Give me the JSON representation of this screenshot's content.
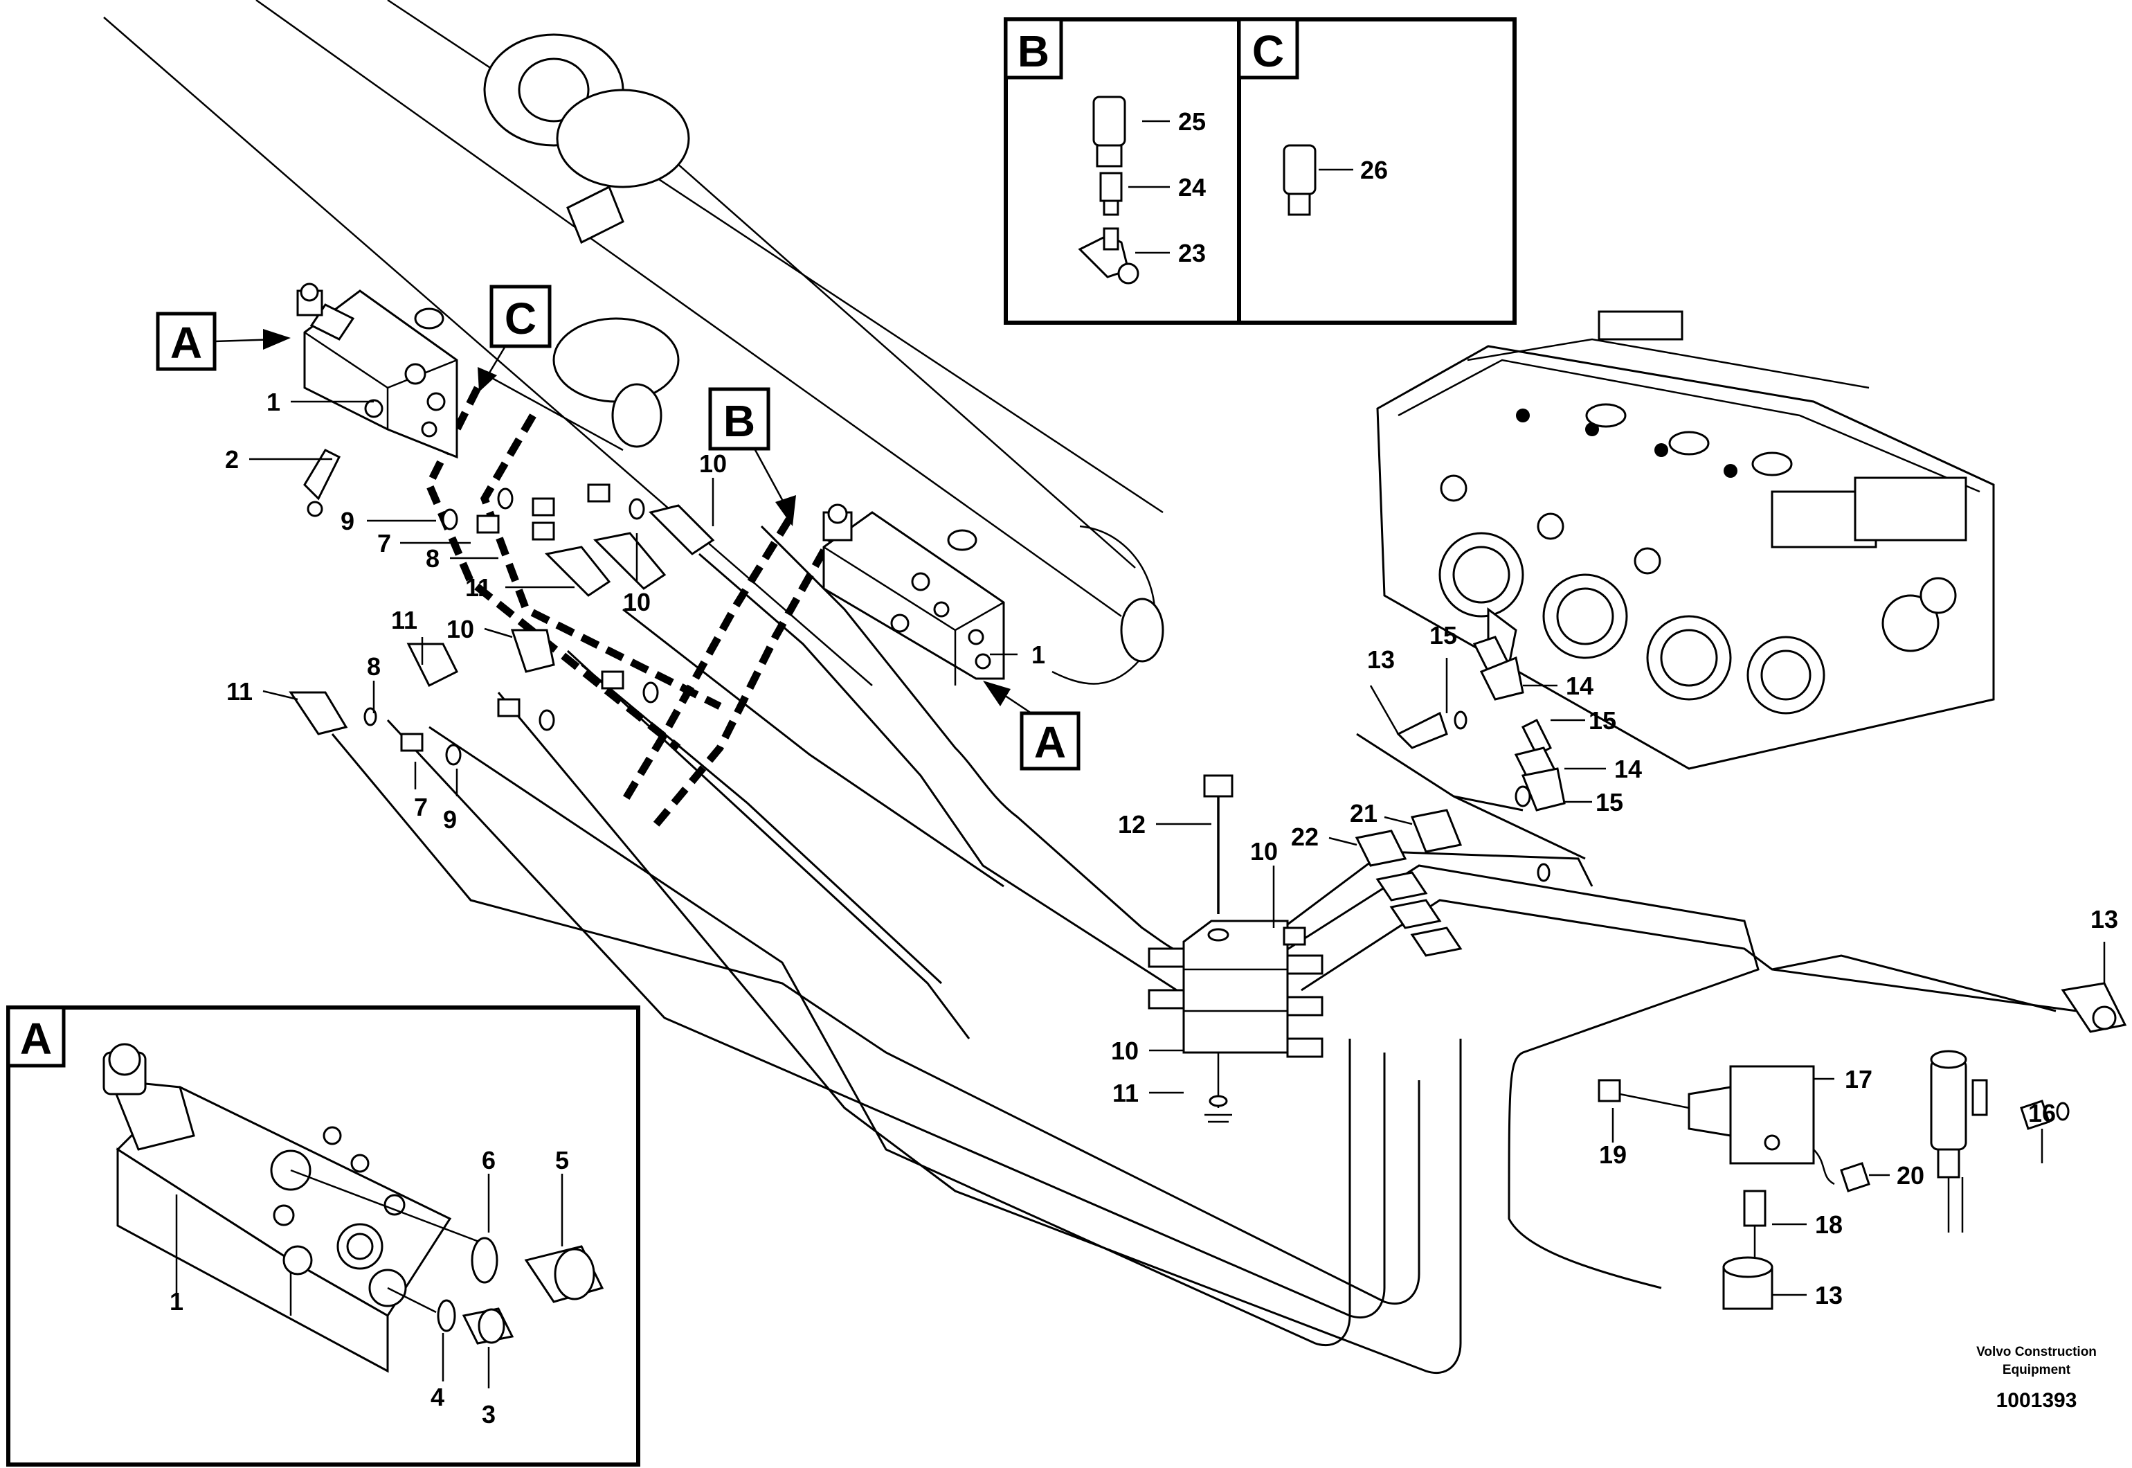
{
  "detail_labels": {
    "a": "A",
    "b": "B",
    "c": "C"
  },
  "callouts": {
    "n1": "1",
    "n2": "2",
    "n3": "3",
    "n4": "4",
    "n5": "5",
    "n6": "6",
    "n7": "7",
    "n8": "8",
    "n9": "9",
    "n10": "10",
    "n11": "11",
    "n12": "12",
    "n13": "13",
    "n14": "14",
    "n15": "15",
    "n16": "16",
    "n17": "17",
    "n18": "18",
    "n19": "19",
    "n20": "20",
    "n21": "21",
    "n22": "22",
    "n23": "23",
    "n24": "24",
    "n25": "25",
    "n26": "26"
  },
  "footer": {
    "company_line1": "Volvo Construction",
    "company_line2": "Equipment",
    "drawing_number": "1001393"
  }
}
